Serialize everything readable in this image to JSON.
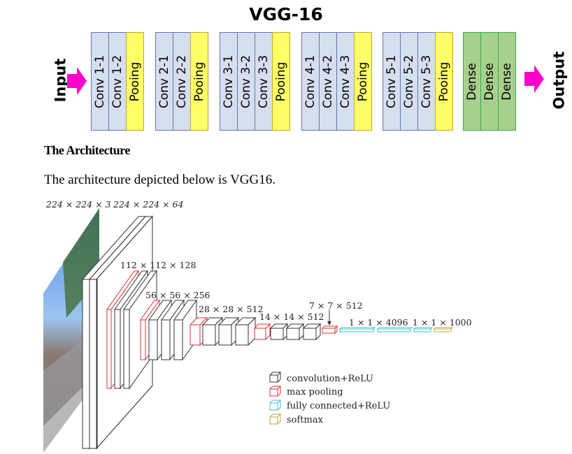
{
  "top_diagram": {
    "title": "VGG-16",
    "input_label": "Input",
    "output_label": "Output",
    "blocks": [
      {
        "layers": [
          {
            "label": "Conv 1-1",
            "type": "conv"
          },
          {
            "label": "Conv 1-2",
            "type": "conv"
          },
          {
            "label": "Pooing",
            "type": "pool"
          }
        ]
      },
      {
        "layers": [
          {
            "label": "Conv 2-1",
            "type": "conv"
          },
          {
            "label": "Conv 2-2",
            "type": "conv"
          },
          {
            "label": "Pooing",
            "type": "pool"
          }
        ]
      },
      {
        "layers": [
          {
            "label": "Conv 3-1",
            "type": "conv"
          },
          {
            "label": "Conv 3-2",
            "type": "conv"
          },
          {
            "label": "Conv 3-3",
            "type": "conv"
          },
          {
            "label": "Pooing",
            "type": "pool"
          }
        ]
      },
      {
        "layers": [
          {
            "label": "Conv 4-1",
            "type": "conv"
          },
          {
            "label": "Conv 4-2",
            "type": "conv"
          },
          {
            "label": "Conv 4-3",
            "type": "conv"
          },
          {
            "label": "Pooing",
            "type": "pool"
          }
        ]
      },
      {
        "layers": [
          {
            "label": "Conv 5-1",
            "type": "conv"
          },
          {
            "label": "Conv 5-2",
            "type": "conv"
          },
          {
            "label": "Conv 5-3",
            "type": "conv"
          },
          {
            "label": "Pooing",
            "type": "pool"
          }
        ]
      },
      {
        "layers": [
          {
            "label": "Dense",
            "type": "dense"
          },
          {
            "label": "Dense",
            "type": "dense"
          },
          {
            "label": "Dense",
            "type": "dense"
          }
        ]
      }
    ],
    "colors": {
      "conv": "#d6dff0",
      "pool": "#ffff66",
      "dense": "#a8d08d",
      "arrow": "#ff00cc"
    }
  },
  "document": {
    "heading": "The Architecture",
    "paragraph": "The architecture depicted below is VGG16."
  },
  "bottom_diagram": {
    "dimension_labels": {
      "input": "224 × 224 × 3",
      "block1": "224 × 224 × 64",
      "block2": "112 × 112 × 128",
      "block3": "56 × 56 × 256",
      "block4": "28 × 28 × 512",
      "block5": "14 × 14 × 512",
      "pool5": "7 × 7 × 512",
      "fc": "1 × 1 × 4096",
      "softmax": "1 × 1 × 1000"
    },
    "legend": [
      {
        "label": "convolution+ReLU",
        "color": "#333333"
      },
      {
        "label": "max pooling",
        "color": "#e03030"
      },
      {
        "label": "fully connected+ReLU",
        "color": "#3cc0d8"
      },
      {
        "label": "softmax",
        "color": "#c9a040"
      }
    ]
  }
}
